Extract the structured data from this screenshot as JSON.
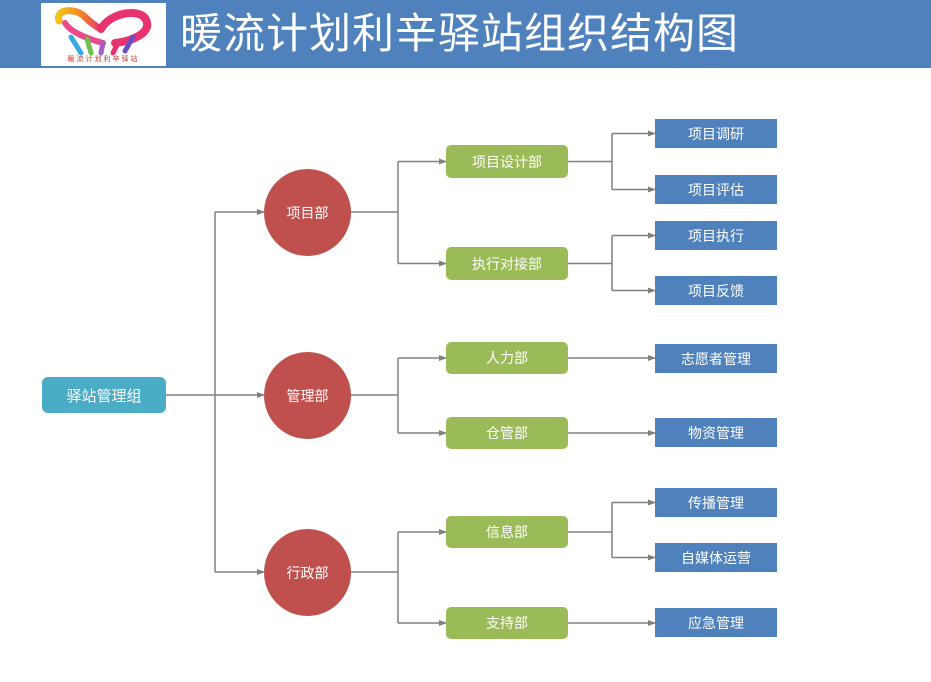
{
  "header": {
    "title": "暖流计划利辛驿站组织结构图",
    "logo_caption": "暖流计划利辛驿站",
    "background_color": "#4F81BD"
  },
  "colors": {
    "root": "#4BACC6",
    "department": "#C0504D",
    "sub_department": "#9BBB59",
    "function": "#4F81BD",
    "connector": "#808080"
  },
  "org": {
    "root": "驿站管理组",
    "departments": [
      {
        "name": "项目部",
        "children": [
          {
            "name": "项目设计部",
            "children": [
              "项目调研",
              "项目评估"
            ]
          },
          {
            "name": "执行对接部",
            "children": [
              "项目执行",
              "项目反馈"
            ]
          }
        ]
      },
      {
        "name": "管理部",
        "children": [
          {
            "name": "人力部",
            "children": [
              "志愿者管理"
            ]
          },
          {
            "name": "仓管部",
            "children": [
              "物资管理"
            ]
          }
        ]
      },
      {
        "name": "行政部",
        "children": [
          {
            "name": "信息部",
            "children": [
              "传播管理",
              "自媒体运营"
            ]
          },
          {
            "name": "支持部",
            "children": [
              "应急管理"
            ]
          }
        ]
      }
    ]
  }
}
